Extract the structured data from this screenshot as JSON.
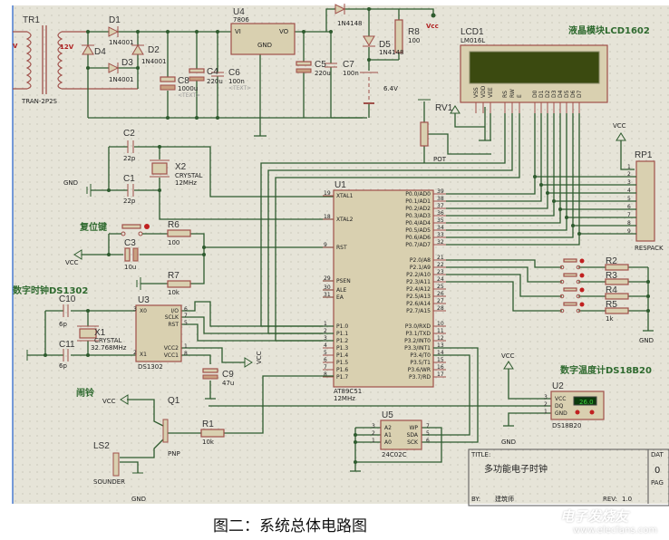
{
  "caption": "图二：系统总体电路图",
  "watermark": {
    "brand": "电子发烧友",
    "url": "www.elecfans.com"
  },
  "colors": {
    "wire": "#2e5b2e",
    "component": "#a0504a",
    "lcd_screen": "#3b4a10",
    "background": "#e6e4d8",
    "title": "#2f6a2f"
  },
  "power": {
    "tr1": "TR1",
    "tr1_type": "TRAN-2P2S",
    "primary": "V",
    "secondary": "12V",
    "d1": "D1",
    "d2": "D2",
    "d3": "D3",
    "d4": "D4",
    "d5": "D5",
    "d_type": "1N4001",
    "d_top_type": "1N4148",
    "d5_type": "1N4148",
    "c8": "C8",
    "c8_val": "1000u",
    "c4": "C4",
    "c4_val": "220u",
    "c6": "C6",
    "c6_val": "100n",
    "u4": "U4",
    "u4_type": "7806",
    "u4_vi": "VI",
    "u4_vo": "VO",
    "u4_gnd": "GND",
    "c5": "C5",
    "c5_val": "220u",
    "c7": "C7",
    "c7_val": "100n",
    "r8": "R8",
    "r8_val": "100",
    "vcc": "Vcc",
    "battery_val": "6.4V"
  },
  "text_placeholder": "<TEXT>",
  "lcd": {
    "title": "液晶模块LCD1602",
    "ref": "LCD1",
    "type": "LM016L",
    "pins_top": [
      "VSS",
      "VDD",
      "VEE",
      "RS",
      "RW",
      "E",
      "D0",
      "D1",
      "D2",
      "D3",
      "D4",
      "D5",
      "D6",
      "D7"
    ],
    "rv1": "RV1",
    "pot": "POT"
  },
  "rp1": {
    "ref": "RP1",
    "type": "RESPACK",
    "vcc": "VCC",
    "pins": [
      "1",
      "2",
      "3",
      "4",
      "5",
      "6",
      "7",
      "8",
      "9"
    ]
  },
  "osc": {
    "c2": "C2",
    "c1": "C1",
    "c_val": "22p",
    "x2": "X2",
    "x2_type": "CRYSTAL",
    "x2_freq": "12MHz",
    "gnd": "GND"
  },
  "reset": {
    "title": "复位键",
    "r6": "R6",
    "r6_val": "100",
    "c3": "C3",
    "c3_val": "10u",
    "r7": "R7",
    "r7_val": "10k",
    "vcc": "VCC"
  },
  "mcu": {
    "ref": "U1",
    "type": "AT89C51",
    "freq": "12MHz",
    "left": [
      [
        "XTAL1",
        "19"
      ],
      [
        "XTAL2",
        "18"
      ],
      [
        "RST",
        "9"
      ],
      [
        "PSEN",
        "29"
      ],
      [
        "ALE",
        "30"
      ],
      [
        "EA",
        "31"
      ],
      [
        "P1.0",
        "1"
      ],
      [
        "P1.1",
        "2"
      ],
      [
        "P1.2",
        "3"
      ],
      [
        "P1.3",
        "4"
      ],
      [
        "P1.4",
        "5"
      ],
      [
        "P1.5",
        "6"
      ],
      [
        "P1.6",
        "7"
      ],
      [
        "P1.7",
        "8"
      ]
    ],
    "p0": [
      [
        "P0.0/AD0",
        "39"
      ],
      [
        "P0.1/AD1",
        "38"
      ],
      [
        "P0.2/AD2",
        "37"
      ],
      [
        "P0.3/AD3",
        "36"
      ],
      [
        "P0.4/AD4",
        "35"
      ],
      [
        "P0.5/AD5",
        "34"
      ],
      [
        "P0.6/AD6",
        "33"
      ],
      [
        "P0.7/AD7",
        "32"
      ]
    ],
    "p2": [
      [
        "P2.0/A8",
        "21"
      ],
      [
        "P2.1/A9",
        "22"
      ],
      [
        "P2.2/A10",
        "23"
      ],
      [
        "P2.3/A11",
        "24"
      ],
      [
        "P2.4/A12",
        "25"
      ],
      [
        "P2.5/A13",
        "26"
      ],
      [
        "P2.6/A14",
        "27"
      ],
      [
        "P2.7/A15",
        "28"
      ]
    ],
    "p3": [
      [
        "P3.0/RXD",
        "10"
      ],
      [
        "P3.1/TXD",
        "11"
      ],
      [
        "P3.2/INT0",
        "12"
      ],
      [
        "P3.3/INT1",
        "13"
      ],
      [
        "P3.4/T0",
        "14"
      ],
      [
        "P3.5/T1",
        "15"
      ],
      [
        "P3.6/WR",
        "16"
      ],
      [
        "P3.7/RD",
        "17"
      ]
    ]
  },
  "keys": {
    "r2": "R2",
    "r3": "R3",
    "r4": "R4",
    "r5": "R5",
    "r_val": "1k",
    "gnd": "GND"
  },
  "rtc": {
    "title": "数字时钟DS1302",
    "ref": "U3",
    "type": "DS1302",
    "pins": [
      "X0",
      "X1",
      "I/O",
      "SCLK",
      "RST",
      "VCC2",
      "VCC1"
    ],
    "pin_nums": [
      "3",
      "2",
      "6",
      "7",
      "5",
      "1",
      "8"
    ],
    "c10": "C10",
    "c11": "C11",
    "c_val": "6p",
    "x1": "X1",
    "x1_type": "CRYSTAL",
    "x1_freq": "32.768MHz",
    "c9": "C9",
    "c9_val": "47u",
    "vcc": "VCC"
  },
  "alarm": {
    "title": "闹铃",
    "q1": "Q1",
    "q1_type": "PNP",
    "r1": "R1",
    "r1_val": "10k",
    "ls2": "LS2",
    "ls2_type": "SOUNDER",
    "vcc": "VCC",
    "gnd": "GND"
  },
  "eeprom": {
    "ref": "U5",
    "type": "24C02C",
    "pins": [
      "A2",
      "A1",
      "A0",
      "WP",
      "SDA",
      "SCK"
    ],
    "pin_nums": [
      "3",
      "2",
      "1",
      "7",
      "5",
      "6"
    ]
  },
  "temp": {
    "title": "数字温度计DS18B20",
    "ref": "U2",
    "type": "DS18B20",
    "pins": [
      "VCC",
      "DQ",
      "GND"
    ],
    "pin_nums": [
      "3",
      "2",
      "1"
    ],
    "display": "26.0",
    "vcc": "VCC",
    "gnd": "GND"
  },
  "title_block": {
    "title_label": "TITLE:",
    "title": "多功能电子时钟",
    "by_label": "BY:",
    "by": "建筑师",
    "rev_label": "REV:",
    "rev": "1.0",
    "date_label": "DAT",
    "date_value": "0",
    "page_label": "PAG"
  }
}
